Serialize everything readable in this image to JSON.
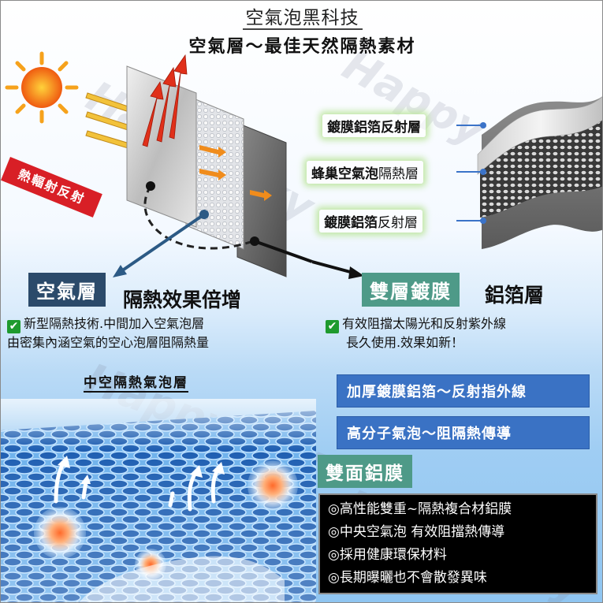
{
  "header": {
    "title": "空氣泡黑科技",
    "subtitle": "空氣層～最佳天然隔熱素材"
  },
  "radiation_label": "熱輻射反射",
  "layers": [
    {
      "bold": "鍍膜鋁箔反射層",
      "normal": ""
    },
    {
      "bold": "蜂巢空氣泡",
      "normal": "隔熱層"
    },
    {
      "bold": "鍍膜鋁箔",
      "normal": "反射層"
    }
  ],
  "left_block": {
    "label": "空氣層",
    "beside": "隔熱效果倍增",
    "desc_line1": "新型隔熱技術.中間加入空氣泡層",
    "desc_line2": "由密集內涵空氣的空心泡層阻隔熱量",
    "section_title": "中空隔熱氣泡層"
  },
  "right_block": {
    "label": "雙層鍍膜",
    "beside": "鋁箔層",
    "desc_line1": "有效阻擋太陽光和反射紫外線",
    "desc_line2": "長久使用.效果如新！"
  },
  "features": [
    "加厚鍍膜鋁箔～反射指外線",
    "高分子氣泡～阻隔熱傳導"
  ],
  "double_film": {
    "label": "雙面鋁膜",
    "items": [
      "◎高性能雙重~隔熱複合材鋁膜",
      "◎中央空氣泡 有效阻擋熱傳導",
      "◎採用健康環保材料",
      "◎長期曝曬也不會散發異味"
    ]
  },
  "watermark": "Happy sky",
  "colors": {
    "dark_label": "#2b4a6a",
    "green_label": "#4e9a88",
    "feature_blue": "#3a72c4",
    "arrow_red": "#e0301a",
    "sun": "#f28a1a"
  }
}
